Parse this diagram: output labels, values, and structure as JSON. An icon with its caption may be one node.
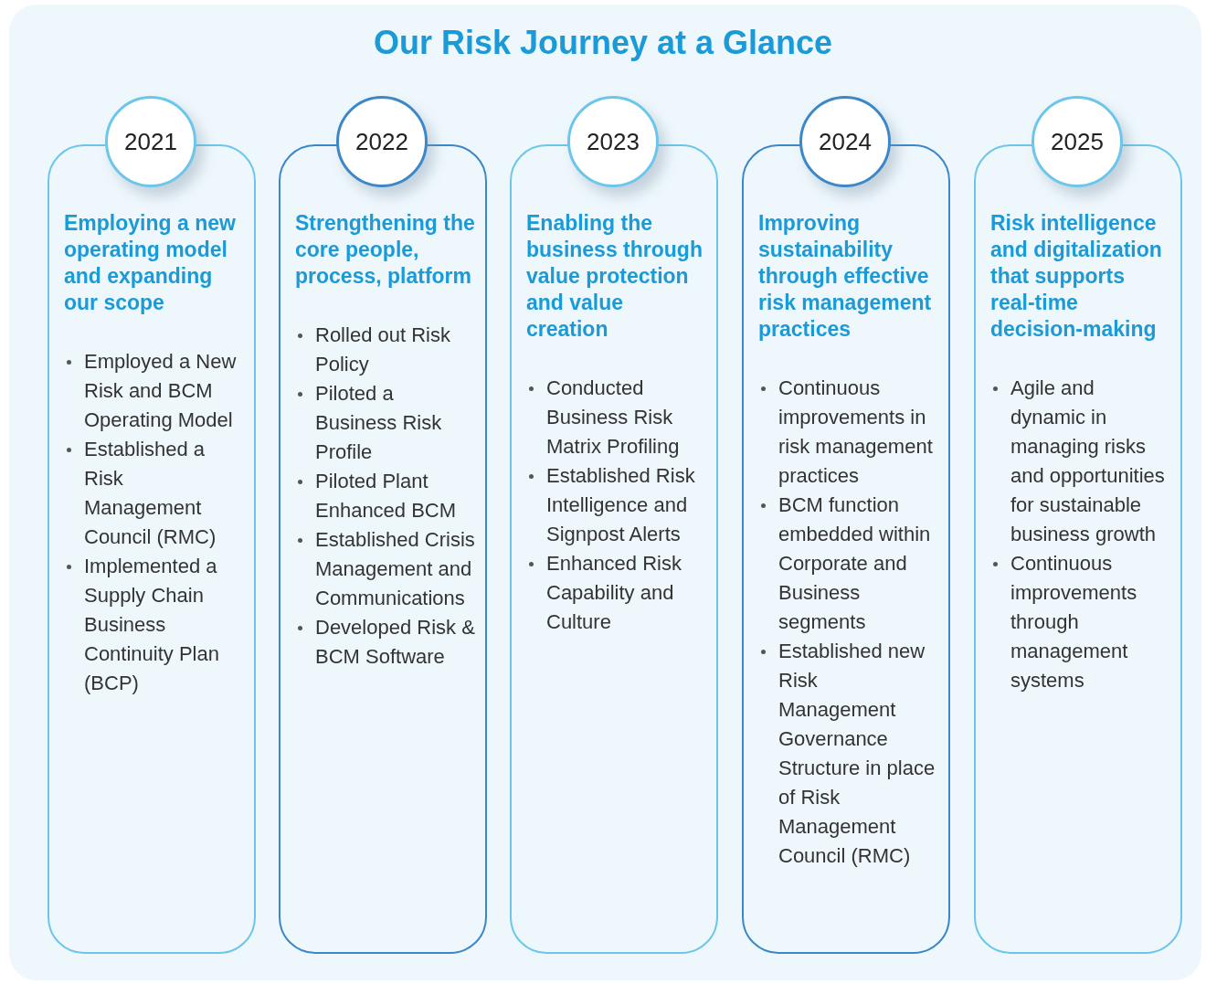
{
  "diagram": {
    "title": "Our Risk Journey at a Glance",
    "nodes": [
      {
        "text": [
          "2021"
        ]
      },
      {
        "text": [
          "Employing a new operating model and expanding our scope",
          "Employed a New Risk and BCM Operating Model",
          "Established a Risk Management Council (RMC)",
          "Implemented a Supply Chain Business Continuity Plan (BCP)"
        ]
      },
      {
        "text": [
          "2022"
        ]
      },
      {
        "text": [
          "Strengthening the core people, process, platform",
          "Rolled out Risk Policy",
          "Piloted a Business Risk Profile",
          "Piloted Plant Enhanced BCM",
          "Established Crisis Management and Communications",
          "Developed Risk & BCM Software"
        ]
      },
      {
        "text": [
          "2023"
        ]
      },
      {
        "text": [
          "Enabling the business through value protection and value creation",
          "Conducted Business Risk Matrix Profiling",
          "Established Risk Intelligence and Signpost Alerts",
          "Enhanced Risk Capability and Culture"
        ]
      },
      {
        "text": [
          "2024"
        ]
      },
      {
        "text": [
          "Improving sustainability through effective risk management practices",
          "Continuous improvements in risk management practices",
          "BCM function embedded within Corporate and Business segments",
          "Established new Risk Management Governance Structure in place of Risk Management Council (RMC)"
        ]
      },
      {
        "text": [
          "2025"
        ]
      },
      {
        "text": [
          "Risk intelligence and digitalization that supports real-time decision-making",
          "Agile and dynamic in managing risks and opportunities for sustainable business growth",
          "Continuous improvements through management systems"
        ]
      }
    ],
    "edges": []
  }
}
